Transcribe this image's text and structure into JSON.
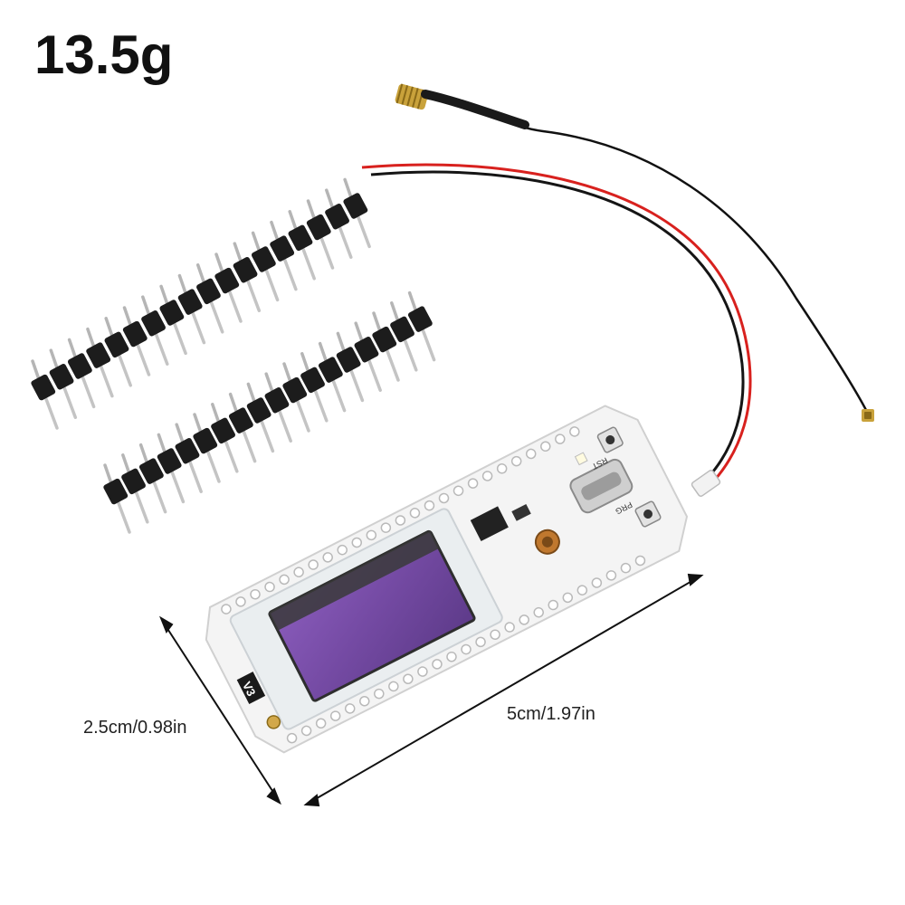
{
  "weight_label": "13.5g",
  "dimensions": {
    "width_label": "2.5cm/0.98in",
    "length_label": "5cm/1.97in"
  },
  "board": {
    "version_mark": "V3",
    "button_labels": [
      "RST",
      "PRG"
    ]
  },
  "colors": {
    "pcb": "#f4f4f4",
    "screen": "#7b4fa6",
    "pin_body": "#1c1c1c",
    "wire_red": "#d8211e",
    "wire_black": "#111111"
  }
}
